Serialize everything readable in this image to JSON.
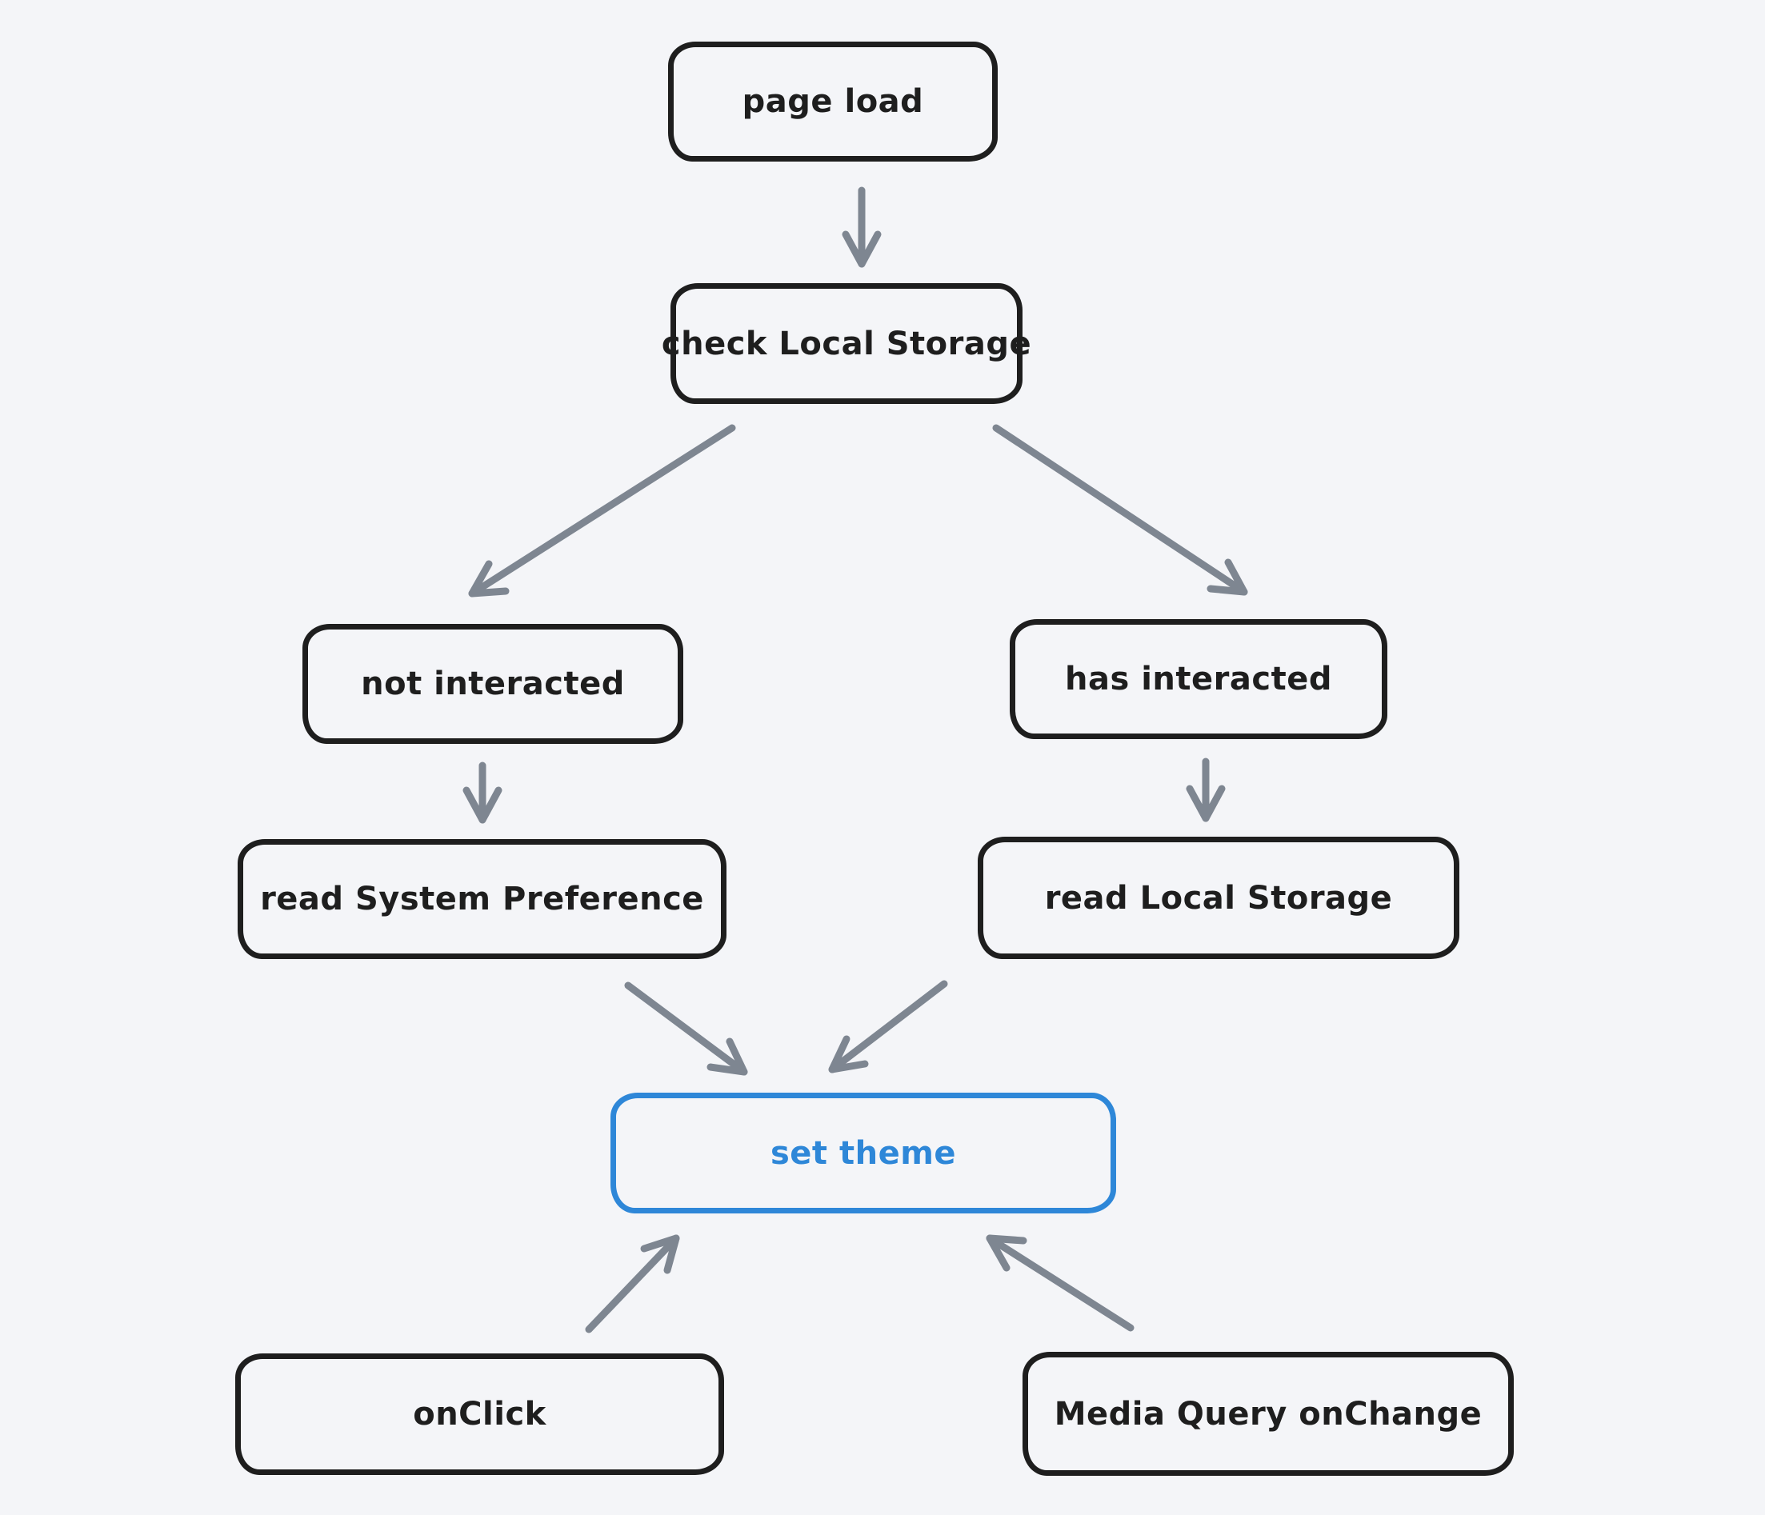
{
  "diagram": {
    "background_color": "#f4f5f8",
    "node_stroke_color": "#1e1e1e",
    "accent_color": "#2e87d8",
    "arrow_color": "#7e8691"
  },
  "nodes": [
    {
      "id": "page-load",
      "label": "page load",
      "emphasis": "default"
    },
    {
      "id": "check-local-storage",
      "label": "check Local Storage",
      "emphasis": "default"
    },
    {
      "id": "not-interacted",
      "label": "not interacted",
      "emphasis": "default"
    },
    {
      "id": "has-interacted",
      "label": "has interacted",
      "emphasis": "default"
    },
    {
      "id": "read-system-preference",
      "label": "read System Preference",
      "emphasis": "default"
    },
    {
      "id": "read-local-storage",
      "label": "read Local Storage",
      "emphasis": "default"
    },
    {
      "id": "set-theme",
      "label": "set theme",
      "emphasis": "accent"
    },
    {
      "id": "on-click",
      "label": "onClick",
      "emphasis": "default"
    },
    {
      "id": "media-query-onchange",
      "label": "Media Query onChange",
      "emphasis": "default"
    }
  ],
  "edges": [
    {
      "from": "page-load",
      "to": "check-local-storage"
    },
    {
      "from": "check-local-storage",
      "to": "not-interacted"
    },
    {
      "from": "check-local-storage",
      "to": "has-interacted"
    },
    {
      "from": "not-interacted",
      "to": "read-system-preference"
    },
    {
      "from": "has-interacted",
      "to": "read-local-storage"
    },
    {
      "from": "read-system-preference",
      "to": "set-theme"
    },
    {
      "from": "read-local-storage",
      "to": "set-theme"
    },
    {
      "from": "on-click",
      "to": "set-theme"
    },
    {
      "from": "media-query-onchange",
      "to": "set-theme"
    }
  ]
}
